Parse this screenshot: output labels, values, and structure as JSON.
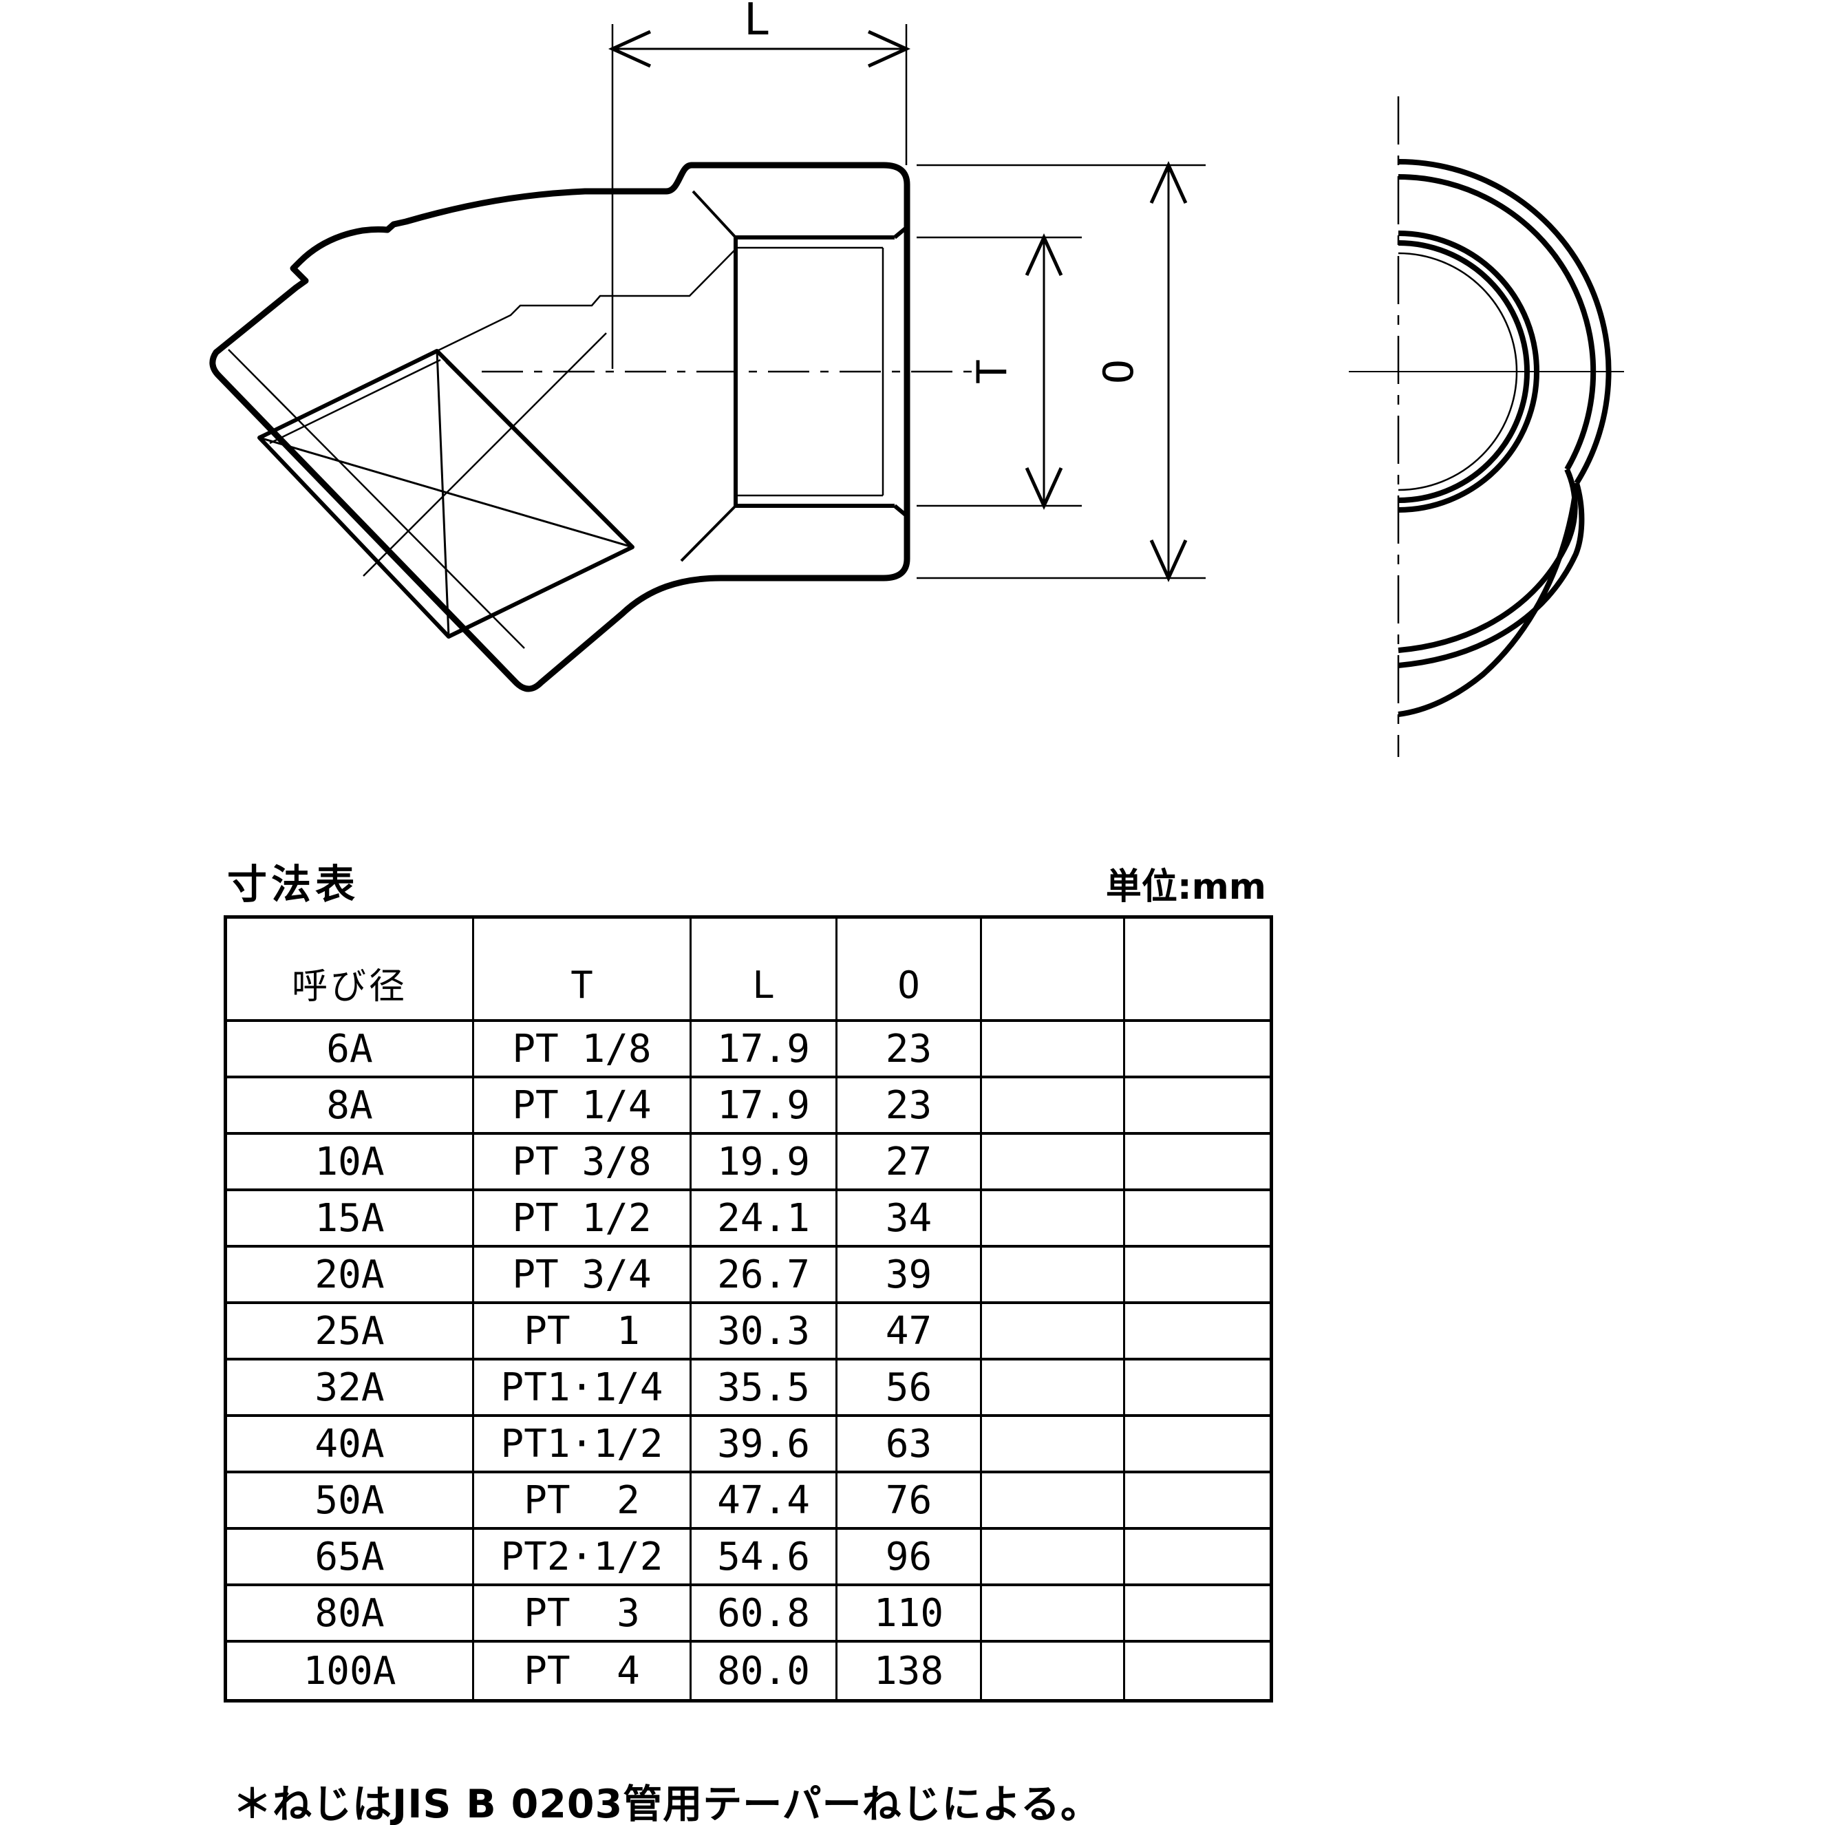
{
  "drawing": {
    "labels": {
      "length": "L",
      "thread_diameter": "T",
      "outer_diameter": "O"
    }
  },
  "table": {
    "title": "寸法表",
    "unit_label": "単位:mm",
    "headers": [
      "呼び径",
      "T",
      "L",
      "O",
      "",
      ""
    ],
    "rows": [
      [
        "6A",
        "PT 1/8",
        "17.9",
        "23",
        "",
        ""
      ],
      [
        "8A",
        "PT 1/4",
        "17.9",
        "23",
        "",
        ""
      ],
      [
        "10A",
        "PT 3/8",
        "19.9",
        "27",
        "",
        ""
      ],
      [
        "15A",
        "PT 1/2",
        "24.1",
        "34",
        "",
        ""
      ],
      [
        "20A",
        "PT 3/4",
        "26.7",
        "39",
        "",
        ""
      ],
      [
        "25A",
        "PT  1",
        "30.3",
        "47",
        "",
        ""
      ],
      [
        "32A",
        "PT1·1/4",
        "35.5",
        "56",
        "",
        ""
      ],
      [
        "40A",
        "PT1·1/2",
        "39.6",
        "63",
        "",
        ""
      ],
      [
        "50A",
        "PT  2",
        "47.4",
        "76",
        "",
        ""
      ],
      [
        "65A",
        "PT2·1/2",
        "54.6",
        "96",
        "",
        ""
      ],
      [
        "80A",
        "PT  3",
        "60.8",
        "110",
        "",
        ""
      ],
      [
        "100A",
        "PT  4",
        "80.0",
        "138",
        "",
        ""
      ]
    ]
  },
  "footnote": "＊ねじはJIS B 0203管用テーパーねじによる。"
}
